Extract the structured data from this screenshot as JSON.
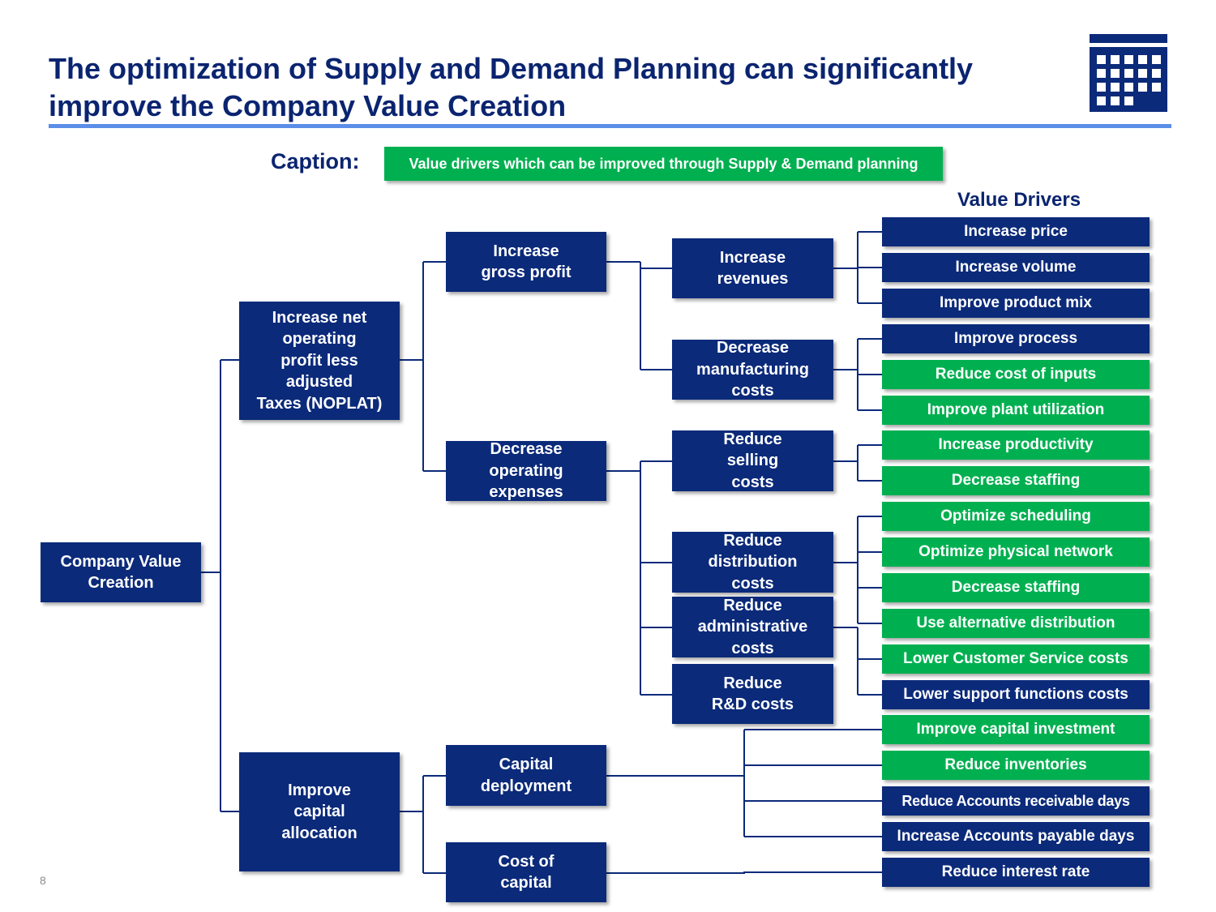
{
  "title": "The optimization of Supply and Demand Planning can significantly\nimprove the Company Value Creation",
  "caption": {
    "label": "Caption:",
    "legend_text": "Value drivers which can be improved through Supply & Demand planning",
    "legend_color": "#00b050"
  },
  "value_drivers_heading": "Value Drivers",
  "colors": {
    "node_blue": "#0b2a7a",
    "highlight_green": "#00b050",
    "title_navy": "#0a2470",
    "rule_blue": "#5b8ee8"
  },
  "icon": "calendar-icon",
  "tree": {
    "root": "Company Value\nCreation",
    "level1": {
      "noplat": "Increase  net\noperating\nprofit less\nadjusted\nTaxes  (NOPLAT)",
      "capital_allocation": "Improve\ncapital\nallocation"
    },
    "level2": {
      "gross_profit": "Increase\ngross  profit",
      "operating_expenses": "Decrease\noperating\nexpenses",
      "capital_deployment": "Capital\ndeployment",
      "cost_of_capital": "Cost of\ncapital"
    },
    "level3": {
      "revenues": "Increase\nrevenues",
      "manufacturing": "Decrease\nmanufacturing\ncosts",
      "selling": "Reduce\nselling\ncosts",
      "distribution": "Reduce\ndistribution\ncosts",
      "administrative": "Reduce\nadministrative\ncosts",
      "rnd": "Reduce\nR&D costs"
    }
  },
  "drivers": [
    {
      "label": "Increase price",
      "highlight": false
    },
    {
      "label": "Increase volume",
      "highlight": false
    },
    {
      "label": "Improve product mix",
      "highlight": false
    },
    {
      "label": "Improve process",
      "highlight": false
    },
    {
      "label": "Reduce cost of inputs",
      "highlight": true
    },
    {
      "label": "Improve plant utilization",
      "highlight": true
    },
    {
      "label": "Increase productivity",
      "highlight": true
    },
    {
      "label": "Decrease staffing",
      "highlight": true
    },
    {
      "label": "Optimize scheduling",
      "highlight": true
    },
    {
      "label": "Optimize physical network",
      "highlight": true
    },
    {
      "label": "Decrease staffing",
      "highlight": true
    },
    {
      "label": "Use alternative distribution",
      "highlight": true
    },
    {
      "label": "Lower Customer Service costs",
      "highlight": true
    },
    {
      "label": "Lower support functions costs",
      "highlight": false
    },
    {
      "label": "Improve capital investment",
      "highlight": true
    },
    {
      "label": "Reduce inventories",
      "highlight": true
    },
    {
      "label": "Reduce Accounts receivable days",
      "highlight": false
    },
    {
      "label": "Increase Accounts payable days",
      "highlight": false
    },
    {
      "label": "Reduce interest rate",
      "highlight": false
    }
  ],
  "page_number": "8"
}
